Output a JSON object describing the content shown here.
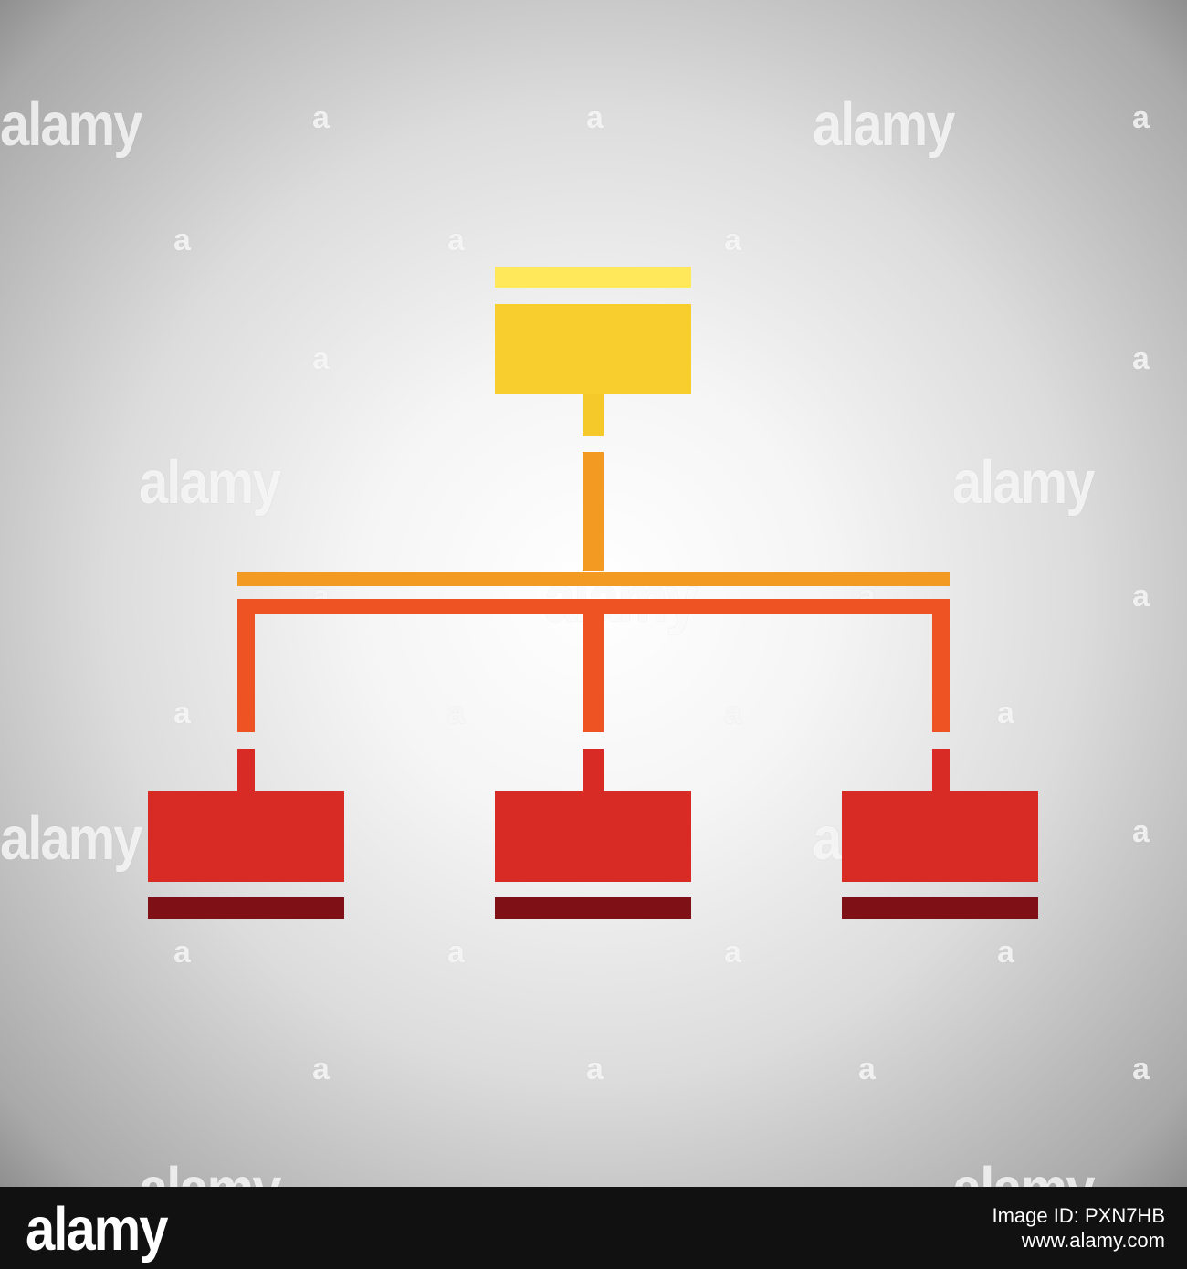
{
  "watermark": {
    "brand": "alamy",
    "mark": "a"
  },
  "colors": {
    "top_bar": "#ffe85a",
    "top_box": "#f8cd2e",
    "top_stem": "#f6c92a",
    "main_stem": "#f39a22",
    "top_connector": "#f39a22",
    "bottom_connector": "#ee5423",
    "child_box": "#d92b25",
    "child_bar": "#7f1015"
  },
  "footer": {
    "logo": "alamy",
    "image_id_label": "Image ID: PXN7HB",
    "site": "www.alamy.com"
  }
}
